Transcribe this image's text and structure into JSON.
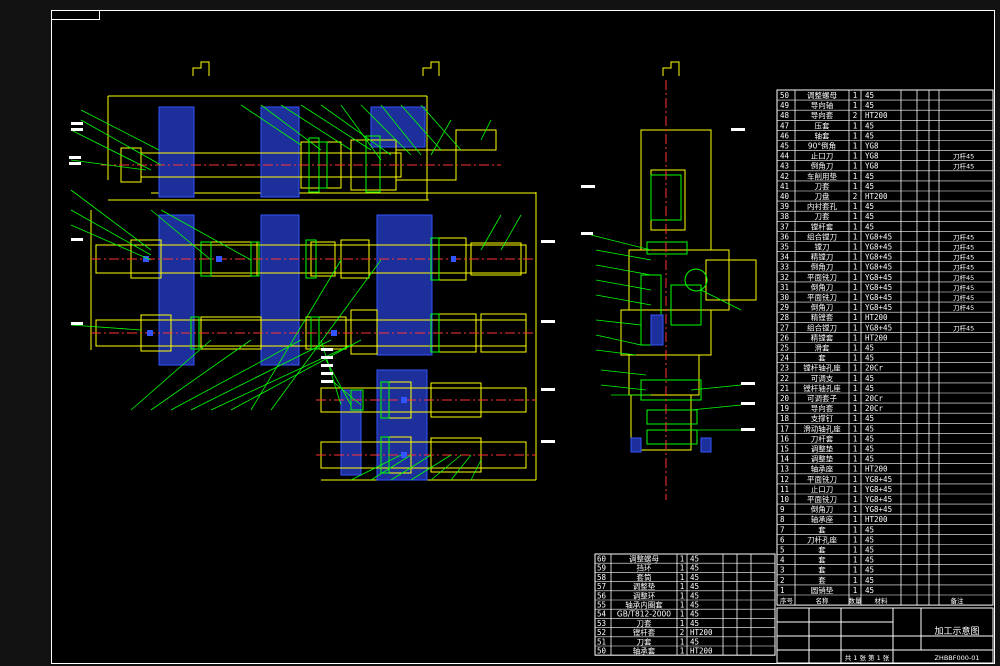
{
  "drawing": {
    "title": "加工示意图",
    "drawing_number": "ZHBBF000-01",
    "sheet_info": "共 1 张  第 1 张"
  },
  "bom_right": {
    "rows": [
      {
        "no": "50",
        "name": "调整螺母",
        "qty": "1",
        "mat": "45",
        "note": ""
      },
      {
        "no": "49",
        "name": "导向轴",
        "qty": "1",
        "mat": "45",
        "note": ""
      },
      {
        "no": "48",
        "name": "导向套",
        "qty": "2",
        "mat": "HT200",
        "note": ""
      },
      {
        "no": "47",
        "name": "压套",
        "qty": "1",
        "mat": "45",
        "note": ""
      },
      {
        "no": "46",
        "name": "轴套",
        "qty": "1",
        "mat": "45",
        "note": ""
      },
      {
        "no": "45",
        "name": "90°倒角",
        "qty": "1",
        "mat": "YG8",
        "note": ""
      },
      {
        "no": "44",
        "name": "止口刀",
        "qty": "1",
        "mat": "YG8",
        "note": "刀杆45"
      },
      {
        "no": "43",
        "name": "倒角刀",
        "qty": "1",
        "mat": "YG8",
        "note": "刀杆45"
      },
      {
        "no": "42",
        "name": "车削用垫",
        "qty": "1",
        "mat": "45",
        "note": ""
      },
      {
        "no": "41",
        "name": "刀套",
        "qty": "1",
        "mat": "45",
        "note": ""
      },
      {
        "no": "40",
        "name": "刀盘",
        "qty": "2",
        "mat": "HT200",
        "note": ""
      },
      {
        "no": "39",
        "name": "内衬套孔",
        "qty": "1",
        "mat": "45",
        "note": ""
      },
      {
        "no": "38",
        "name": "刀套",
        "qty": "1",
        "mat": "45",
        "note": ""
      },
      {
        "no": "37",
        "name": "镗杆套",
        "qty": "1",
        "mat": "45",
        "note": ""
      },
      {
        "no": "36",
        "name": "组合镗刀",
        "qty": "1",
        "mat": "YG8+45",
        "note": "刀杆45"
      },
      {
        "no": "35",
        "name": "镗刀",
        "qty": "1",
        "mat": "YG8+45",
        "note": "刀杆45"
      },
      {
        "no": "34",
        "name": "精镗刀",
        "qty": "1",
        "mat": "YG8+45",
        "note": "刀杆45"
      },
      {
        "no": "33",
        "name": "倒角刀",
        "qty": "1",
        "mat": "YG8+45",
        "note": "刀杆45"
      },
      {
        "no": "32",
        "name": "平面铣刀",
        "qty": "1",
        "mat": "YG8+45",
        "note": "刀杆45"
      },
      {
        "no": "31",
        "name": "倒角刀",
        "qty": "1",
        "mat": "YG8+45",
        "note": "刀杆45"
      },
      {
        "no": "30",
        "name": "平面铣刀",
        "qty": "1",
        "mat": "YG8+45",
        "note": "刀杆45"
      },
      {
        "no": "29",
        "name": "倒角刀",
        "qty": "1",
        "mat": "YG8+45",
        "note": "刀杆45"
      },
      {
        "no": "28",
        "name": "精镗套",
        "qty": "1",
        "mat": "HT200",
        "note": ""
      },
      {
        "no": "27",
        "name": "组合镗刀",
        "qty": "1",
        "mat": "YG8+45",
        "note": "刀杆45"
      },
      {
        "no": "26",
        "name": "精镗套",
        "qty": "1",
        "mat": "HT200",
        "note": ""
      },
      {
        "no": "25",
        "name": "滑套",
        "qty": "1",
        "mat": "45",
        "note": ""
      },
      {
        "no": "24",
        "name": "套",
        "qty": "1",
        "mat": "45",
        "note": ""
      },
      {
        "no": "23",
        "name": "镗杆轴孔座",
        "qty": "1",
        "mat": "20Cr",
        "note": ""
      },
      {
        "no": "22",
        "name": "可调支",
        "qty": "1",
        "mat": "45",
        "note": ""
      },
      {
        "no": "21",
        "name": "镗杆轴孔座",
        "qty": "1",
        "mat": "45",
        "note": ""
      },
      {
        "no": "20",
        "name": "可调套子",
        "qty": "1",
        "mat": "20Cr",
        "note": ""
      },
      {
        "no": "19",
        "name": "导向套",
        "qty": "1",
        "mat": "20Cr",
        "note": ""
      },
      {
        "no": "18",
        "name": "支撑钉",
        "qty": "1",
        "mat": "45",
        "note": ""
      },
      {
        "no": "17",
        "name": "滑动轴孔座",
        "qty": "1",
        "mat": "45",
        "note": ""
      },
      {
        "no": "16",
        "name": "刀杆套",
        "qty": "1",
        "mat": "45",
        "note": ""
      },
      {
        "no": "15",
        "name": "调整垫",
        "qty": "1",
        "mat": "45",
        "note": ""
      },
      {
        "no": "14",
        "name": "调整垫",
        "qty": "1",
        "mat": "45",
        "note": ""
      },
      {
        "no": "13",
        "name": "轴承座",
        "qty": "1",
        "mat": "HT200",
        "note": ""
      },
      {
        "no": "12",
        "name": "平面铣刀",
        "qty": "1",
        "mat": "YG8+45",
        "note": ""
      },
      {
        "no": "11",
        "name": "止口刀",
        "qty": "1",
        "mat": "YG8+45",
        "note": ""
      },
      {
        "no": "10",
        "name": "平面铣刀",
        "qty": "1",
        "mat": "YG8+45",
        "note": ""
      },
      {
        "no": "9",
        "name": "倒角刀",
        "qty": "1",
        "mat": "YG8+45",
        "note": ""
      },
      {
        "no": "8",
        "name": "轴承座",
        "qty": "1",
        "mat": "HT200",
        "note": ""
      },
      {
        "no": "7",
        "name": "套",
        "qty": "1",
        "mat": "45",
        "note": ""
      },
      {
        "no": "6",
        "name": "刀杆孔座",
        "qty": "1",
        "mat": "45",
        "note": ""
      },
      {
        "no": "5",
        "name": "套",
        "qty": "1",
        "mat": "45",
        "note": ""
      },
      {
        "no": "4",
        "name": "套",
        "qty": "1",
        "mat": "45",
        "note": ""
      },
      {
        "no": "3",
        "name": "套",
        "qty": "1",
        "mat": "45",
        "note": ""
      },
      {
        "no": "2",
        "name": "套",
        "qty": "1",
        "mat": "45",
        "note": ""
      },
      {
        "no": "1",
        "name": "圆销垫",
        "qty": "1",
        "mat": "45",
        "note": ""
      }
    ],
    "header": {
      "no": "序号",
      "name": "名称",
      "qty": "数量",
      "mat": "材料",
      "note": "备注"
    }
  },
  "bom_left": {
    "rows": [
      {
        "no": "60",
        "name": "调整螺母",
        "qty": "1",
        "mat": "45"
      },
      {
        "no": "59",
        "name": "挡环",
        "qty": "1",
        "mat": "45"
      },
      {
        "no": "58",
        "name": "套筒",
        "qty": "1",
        "mat": "45"
      },
      {
        "no": "57",
        "name": "调整垫",
        "qty": "1",
        "mat": "45"
      },
      {
        "no": "56",
        "name": "调整环",
        "qty": "1",
        "mat": "45"
      },
      {
        "no": "55",
        "name": "轴承内圈套",
        "qty": "1",
        "mat": "45"
      },
      {
        "no": "54",
        "name": "GB/T812-2000",
        "qty": "1",
        "mat": "45"
      },
      {
        "no": "53",
        "name": "刀套",
        "qty": "1",
        "mat": "45"
      },
      {
        "no": "52",
        "name": "镗杆套",
        "qty": "2",
        "mat": "HT200"
      },
      {
        "no": "51",
        "name": "刀套",
        "qty": "1",
        "mat": "45"
      },
      {
        "no": "50",
        "name": "轴承套",
        "qty": "1",
        "mat": "HT200"
      }
    ]
  },
  "colors": {
    "frame": "#ffffff",
    "outline": "#ffff00",
    "leader": "#00ff00",
    "center": "#ff3333",
    "hatch": "#3355ff",
    "accent": "#00cccc"
  }
}
